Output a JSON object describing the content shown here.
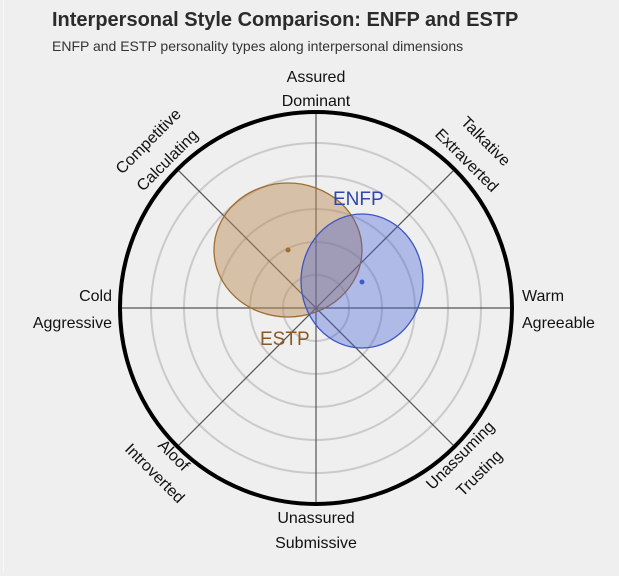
{
  "header": {
    "title": "Interpersonal Style Comparison: ENFP and ESTP",
    "subtitle": "ENFP and ESTP personality types along interpersonal dimensions"
  },
  "axes": {
    "top": [
      "Assured",
      "Dominant"
    ],
    "top_right": [
      "Talkative",
      "Extraverted"
    ],
    "right": [
      "Warm",
      "Agreeable"
    ],
    "bottom_right": [
      "Unassuming",
      "Trusting"
    ],
    "bottom": [
      "Unassured",
      "Submissive"
    ],
    "bottom_left": [
      "Aloof",
      "Introverted"
    ],
    "left": [
      "Cold",
      "Aggressive"
    ],
    "top_left": [
      "Competitive",
      "Calculating"
    ]
  },
  "series_labels": {
    "enfp": "ENFP",
    "estp": "ESTP"
  },
  "colors": {
    "background": "#efefef",
    "enfp_fill": "#3c5ad6",
    "enfp_stroke": "#3a55c4",
    "enfp_text": "#2f47a8",
    "estp_fill": "#b8884f",
    "estp_stroke": "#a26d30",
    "estp_text": "#8a5a22",
    "grid": "#c8c8c8",
    "axis": "#555555",
    "outer_ring": "#000000"
  },
  "chart_data": {
    "type": "circumplex",
    "title": "Interpersonal Style Comparison: ENFP and ESTP",
    "subtitle": "ENFP and ESTP personality types along interpersonal dimensions",
    "axes": {
      "vertical": {
        "positive": "Assured / Dominant",
        "negative": "Unassured / Submissive"
      },
      "horizontal": {
        "positive": "Warm / Agreeable",
        "negative": "Cold / Aggressive"
      },
      "diagonal_ne": "Talkative / Extraverted",
      "diagonal_nw": "Competitive / Calculating",
      "diagonal_sw": "Aloof / Introverted",
      "diagonal_se": "Unassuming / Trusting"
    },
    "range": [
      -1,
      1
    ],
    "grid_rings": [
      0.167,
      0.333,
      0.5,
      0.667,
      0.833,
      1.0
    ],
    "series": [
      {
        "name": "ENFP",
        "center_x": 0.24,
        "center_y": 0.14,
        "spread_x": 0.31,
        "spread_y": 0.34,
        "color": "#3c5ad6"
      },
      {
        "name": "ESTP",
        "center_x": -0.14,
        "center_y": 0.3,
        "spread_x": 0.37,
        "spread_y": 0.35,
        "color": "#b8884f"
      }
    ]
  }
}
